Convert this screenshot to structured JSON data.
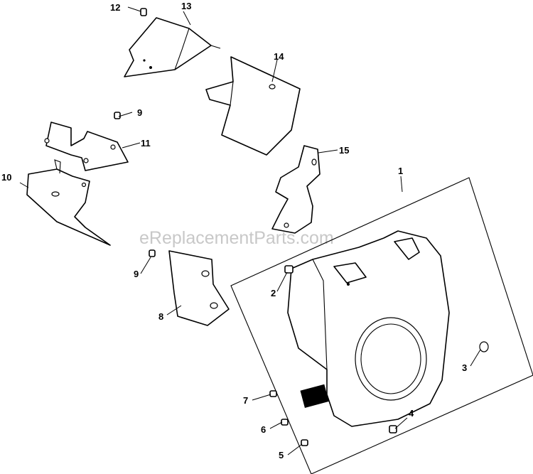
{
  "watermark": "eReplacementParts.com",
  "callouts": [
    {
      "id": "c1",
      "text": "1"
    },
    {
      "id": "c2",
      "text": "2"
    },
    {
      "id": "c3",
      "text": "3"
    },
    {
      "id": "c4",
      "text": "4"
    },
    {
      "id": "c5",
      "text": "5"
    },
    {
      "id": "c6",
      "text": "6"
    },
    {
      "id": "c7",
      "text": "7"
    },
    {
      "id": "c8",
      "text": "8"
    },
    {
      "id": "c9a",
      "text": "9"
    },
    {
      "id": "c9b",
      "text": "9"
    },
    {
      "id": "c10",
      "text": "10"
    },
    {
      "id": "c11",
      "text": "11"
    },
    {
      "id": "c12",
      "text": "12"
    },
    {
      "id": "c13",
      "text": "13"
    },
    {
      "id": "c14",
      "text": "14"
    },
    {
      "id": "c15",
      "text": "15"
    }
  ]
}
